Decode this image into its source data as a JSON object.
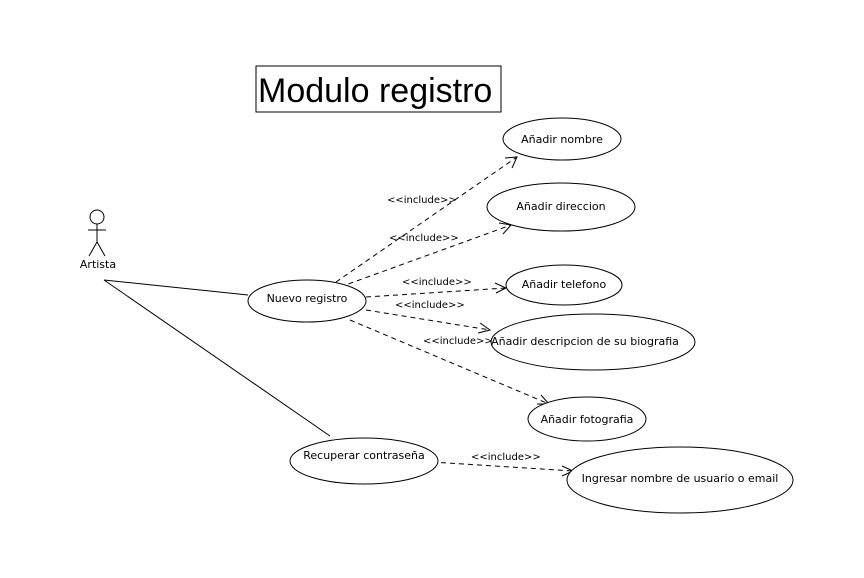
{
  "diagram": {
    "title": "Modulo registro",
    "actor": {
      "name": "Artista"
    },
    "use_cases": {
      "nuevo_registro": "Nuevo registro",
      "recuperar_contrasena": "Recuperar contraseña",
      "anadir_nombre": "Añadir nombre",
      "anadir_direccion": "Añadir direccion",
      "anadir_telefono": "Añadir telefono",
      "anadir_biografia": "Añadir descripcion de su biografia",
      "anadir_fotografia": "Añadir fotografia",
      "ingresar_usuario": "Ingresar nombre de usuario o email"
    },
    "include_label": "<<include>>",
    "relations": [
      {
        "from": "nuevo_registro",
        "to": "anadir_nombre",
        "type": "include"
      },
      {
        "from": "nuevo_registro",
        "to": "anadir_direccion",
        "type": "include"
      },
      {
        "from": "nuevo_registro",
        "to": "anadir_telefono",
        "type": "include"
      },
      {
        "from": "nuevo_registro",
        "to": "anadir_biografia",
        "type": "include"
      },
      {
        "from": "nuevo_registro",
        "to": "anadir_fotografia",
        "type": "include"
      },
      {
        "from": "recuperar_contrasena",
        "to": "ingresar_usuario",
        "type": "include"
      }
    ]
  }
}
